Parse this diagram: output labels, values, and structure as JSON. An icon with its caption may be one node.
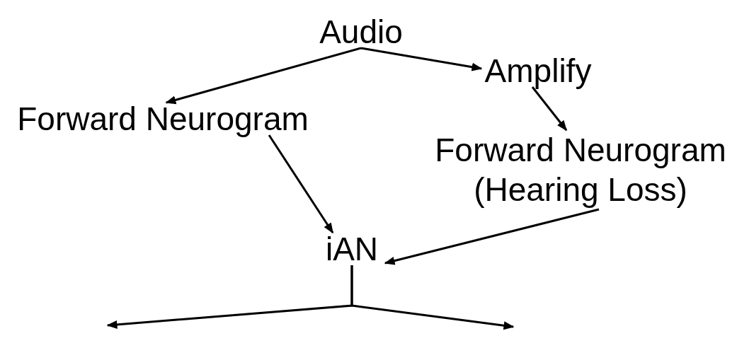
{
  "diagram": {
    "nodes": [
      {
        "text": [
          "Audio"
        ]
      },
      {
        "text": [
          "Amplify"
        ]
      },
      {
        "text": [
          "Forward Neurogram"
        ]
      },
      {
        "text": [
          "Forward Neurogram (Hearing Loss)"
        ]
      },
      {
        "text": [
          "iAN"
        ]
      }
    ],
    "edges": [
      {
        "from": 0,
        "to": 1,
        "arrow": "to"
      },
      {
        "from": 0,
        "to": 2,
        "arrow": "to"
      },
      {
        "from": 1,
        "to": 3,
        "arrow": "to"
      },
      {
        "from": 2,
        "to": 4,
        "arrow": "to"
      },
      {
        "from": 3,
        "to": 4,
        "arrow": "to"
      },
      {
        "from": 4,
        "to": null,
        "arrow": "to"
      },
      {
        "from": 4,
        "to": null,
        "arrow": "to"
      }
    ]
  }
}
